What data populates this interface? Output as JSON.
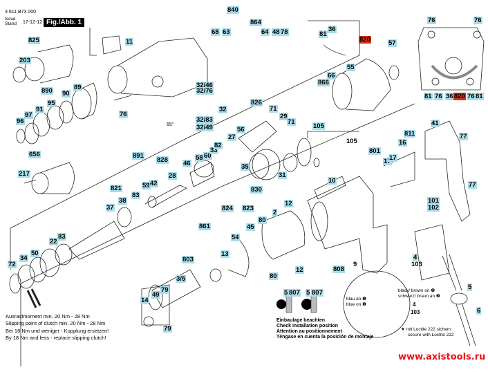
{
  "header": {
    "part_number": "3 611 B73 000",
    "issue_label": "Issue",
    "stand_label": "Stand",
    "date": "17-12-12",
    "figure": "Fig./Abb. 1"
  },
  "labels": {
    "l840": "840",
    "l864": "864",
    "l68": "68",
    "l63": "63",
    "l64": "64",
    "l48": "48",
    "l78": "78",
    "l11": "11",
    "l825": "825",
    "l203": "203",
    "l890": "890",
    "l89": "89",
    "l90": "90",
    "l95": "95",
    "l91": "91",
    "l97": "97",
    "l96": "96",
    "l656": "656",
    "l217": "217",
    "l76a": "76",
    "l32_46": "32/46",
    "l32_76": "32/76",
    "l32": "32",
    "l32_83": "32/83",
    "l32_49": "32/49",
    "l65deg": "65°",
    "l81": "81",
    "l36": "36",
    "l820": "820",
    "l57": "57",
    "l55": "55",
    "l66": "66",
    "l866": "866",
    "l105a": "105",
    "l105b": "105",
    "r76a": "76",
    "r76b": "76",
    "r81a": "81",
    "r76c": "76",
    "r36": "36",
    "r820": "820",
    "r76d": "76",
    "r81b": "81",
    "l826": "826",
    "l71a": "71",
    "l29": "29",
    "l71b": "71",
    "l27": "27",
    "l56": "56",
    "l891": "891",
    "l828": "828",
    "l28": "28",
    "l46": "46",
    "l58": "58",
    "l60": "60",
    "l33": "33",
    "l82": "82",
    "l35": "35",
    "l31": "31",
    "l830": "830",
    "l59": "59",
    "l42": "42",
    "l821": "821",
    "l38": "38",
    "l83a": "83",
    "l37": "37",
    "l824": "824",
    "l823": "823",
    "l861": "861",
    "l83b": "83",
    "l22": "22",
    "l50": "50",
    "l34": "34",
    "l72": "72",
    "l811": "811",
    "l16": "16",
    "l801": "801",
    "l17a": "17",
    "l17b": "17",
    "l41": "41",
    "l77a": "77",
    "l77b": "77",
    "l10": "10",
    "l101": "101",
    "l102": "102",
    "l12a": "12",
    "l2": "2",
    "l80a": "80",
    "l45": "45",
    "l54": "54",
    "l803": "803",
    "l13": "13",
    "l3_5": "3/5",
    "l80b": "80",
    "l12b": "12",
    "l808": "808",
    "l9": "9",
    "l4": "4",
    "l103": "103",
    "l14": "14",
    "l49": "49",
    "l79a": "79",
    "l79b": "79",
    "l5a": "5",
    "l807a": "807",
    "l5b": "5",
    "l807b": "807",
    "l5c": "5",
    "l6": "6"
  },
  "notes": {
    "clutch_de": "Ausrastmoment min. 20 Nm - 28 Nm",
    "clutch_en": "Slipping point of clutch min. 20 Nm - 28 Nm",
    "replace_de": "Bei 18 Nm und weniger - Kupplung ersetzen!",
    "replace_en": "By 18 Nm and less - replace slipping clutch!",
    "install_de": "Einbaulage beachten",
    "install_en": "Check installation position",
    "install_fr": "Attention au positionnement",
    "install_es": "Téngase en cuenta la posición de montaje",
    "blue_de": "blau an ❶",
    "blue_en": "blue on ❶",
    "black_en": "black/ brown on ❷",
    "black_de": "schwarz/ braun an ❷",
    "detail_4": "4",
    "detail_103": "103",
    "loctite_de": "★ mit Loctite 222 sichern",
    "loctite_en": "secure with Loctite 222"
  },
  "watermark": "www.axistools.ru",
  "colors": {
    "label_bg": "#a9dcea",
    "label_highlight": "#d0331a",
    "watermark": "#e8141b"
  }
}
